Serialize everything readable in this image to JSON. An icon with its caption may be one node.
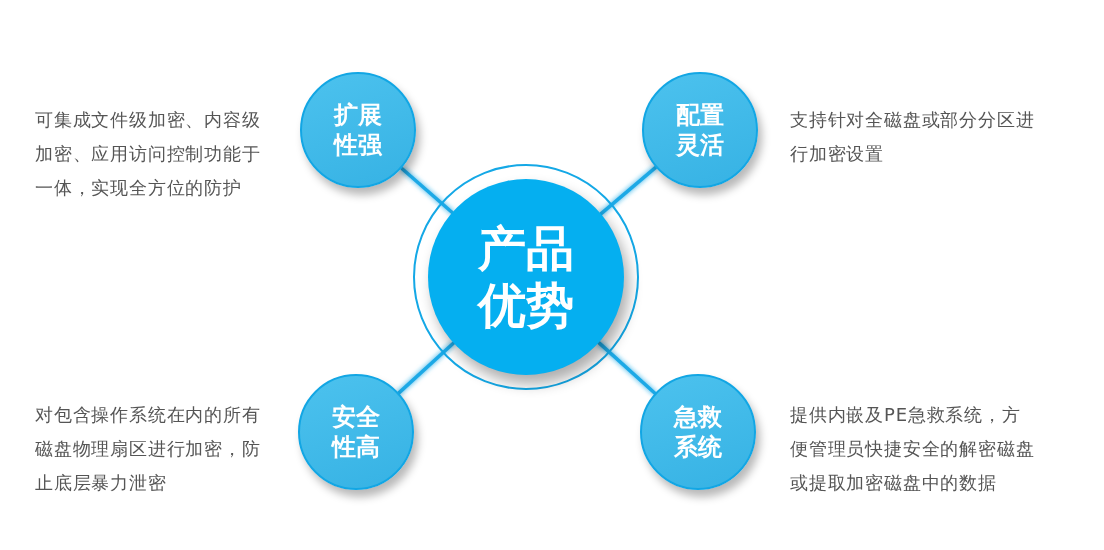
{
  "diagram": {
    "nodes": [
      {
        "text": [
          "扩展性强"
        ],
        "beside": [
          "可集成文件级加密、内容级加密、应用访问控制功能于一体，实现全方位的防护"
        ]
      },
      {
        "text": [
          "配置灵活"
        ],
        "beside": [
          "支持针对全磁盘或部分分区进行加密设置"
        ]
      },
      {
        "text": [
          "产品优势"
        ]
      },
      {
        "text": [
          "安全性高"
        ],
        "beside": [
          "对包含操作系统在内的所有磁盘物理扇区进行加密，防止底层暴力泄密"
        ]
      },
      {
        "text": [
          "急救系统"
        ],
        "beside": [
          "提供内嵌及PE急救系统，方便管理员快捷安全的解密磁盘或提取加密磁盘中的数据"
        ]
      }
    ],
    "edges": [
      {
        "from": 2,
        "to": 0,
        "arrow": "none"
      },
      {
        "from": 2,
        "to": 1,
        "arrow": "none"
      },
      {
        "from": 2,
        "to": 3,
        "arrow": "none"
      },
      {
        "from": 2,
        "to": 4,
        "arrow": "none"
      }
    ]
  }
}
